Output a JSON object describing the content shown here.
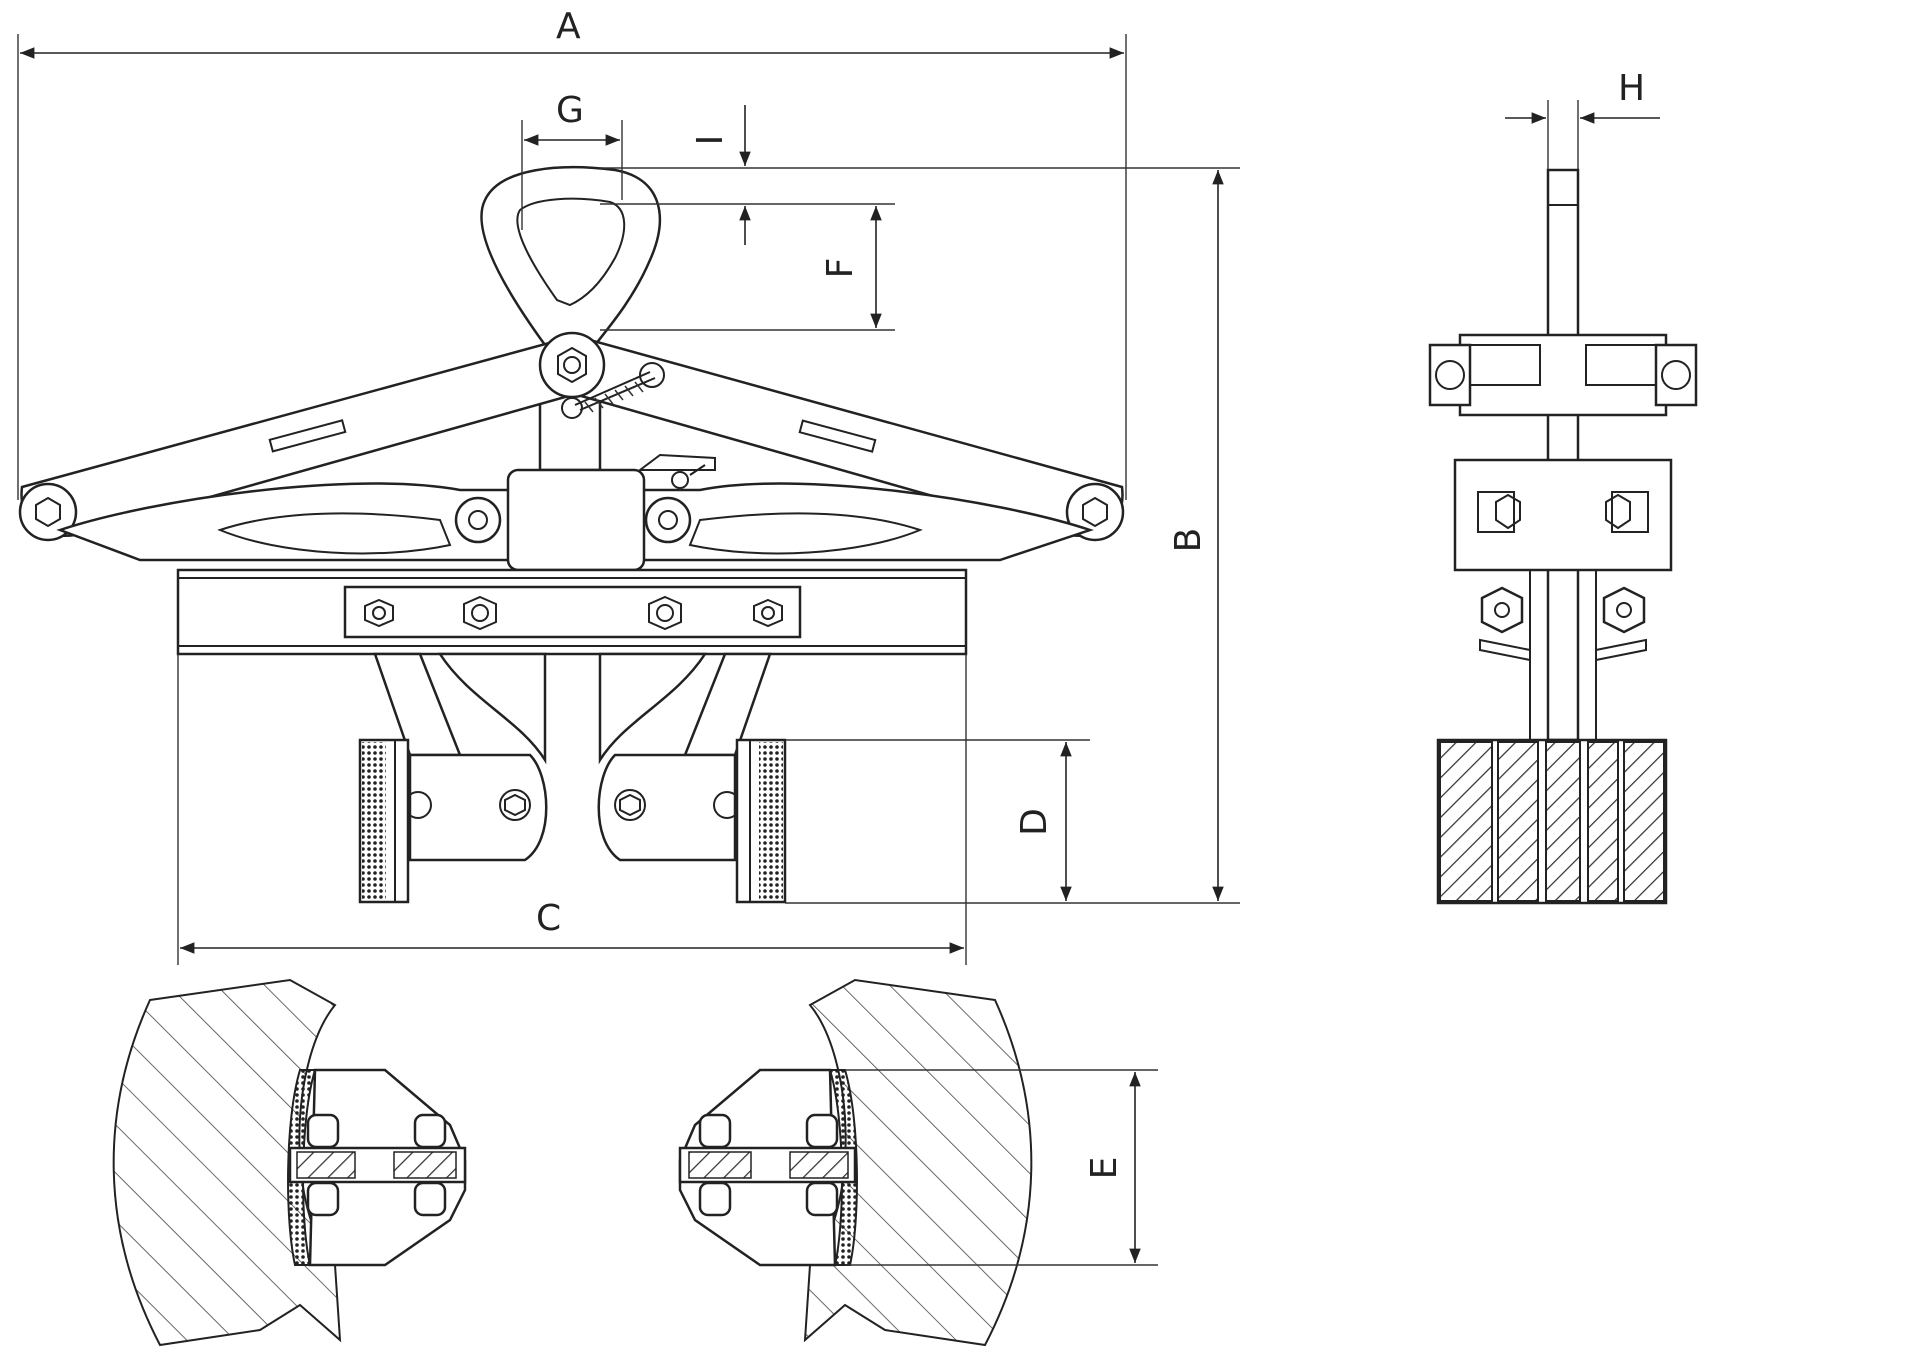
{
  "labels": {
    "A": "A",
    "B": "B",
    "C": "C",
    "D": "D",
    "E": "E",
    "F": "F",
    "G": "G",
    "H": "H",
    "I": "I"
  },
  "colors": {
    "line": "#222222",
    "background": "#ffffff"
  }
}
